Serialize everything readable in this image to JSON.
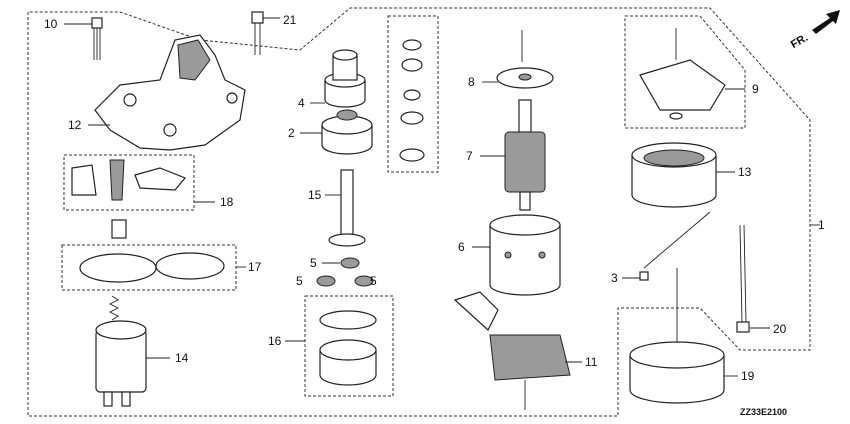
{
  "diagram": {
    "direction_label": "FR.",
    "diagram_code": "ZZ33E2100",
    "callouts": {
      "p1": "1",
      "p2": "2",
      "p3": "3",
      "p4": "4",
      "p5a": "5",
      "p5b": "5",
      "p5c": "5",
      "p6": "6",
      "p7": "7",
      "p8": "8",
      "p9": "9",
      "p10": "10",
      "p11": "11",
      "p12": "12",
      "p13": "13",
      "p14": "14",
      "p15": "15",
      "p16": "16",
      "p17": "17",
      "p18": "18",
      "p19": "19",
      "p20": "20",
      "p21": "21"
    }
  }
}
